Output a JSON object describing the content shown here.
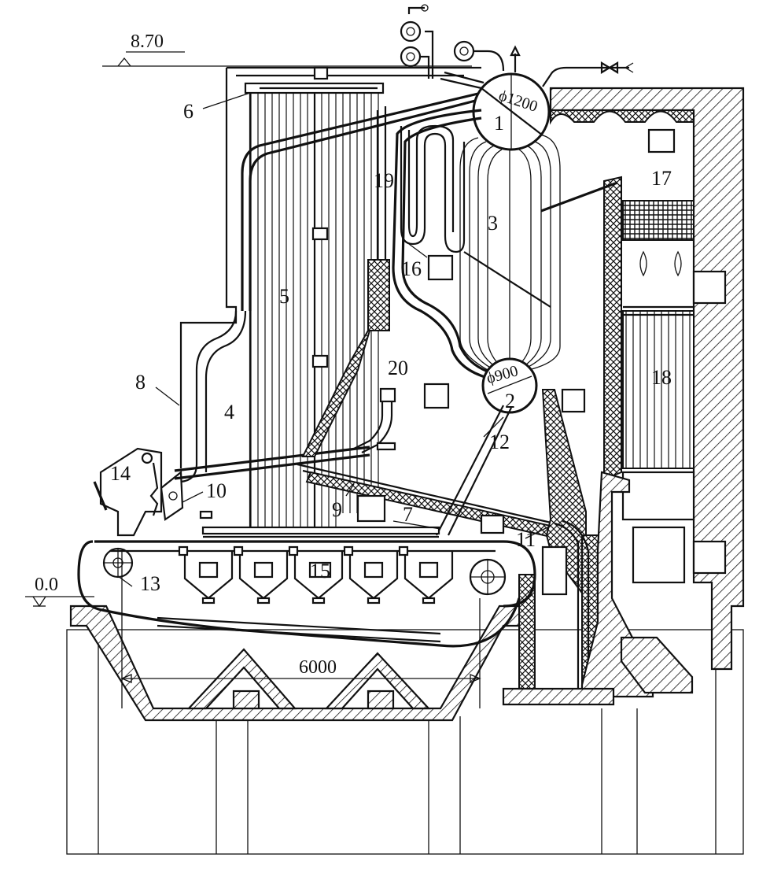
{
  "labels": {
    "elev_top": "8.70",
    "elev_ground": "0.0",
    "width_dim": "6000",
    "upper_drum_dia": "ϕ1200",
    "lower_drum_dia": "ϕ900"
  },
  "parts": {
    "p1": "1",
    "p2": "2",
    "p3": "3",
    "p4": "4",
    "p5": "5",
    "p6": "6",
    "p7": "7",
    "p8": "8",
    "p9": "9",
    "p10": "10",
    "p11": "11",
    "p12": "12",
    "p13": "13",
    "p14": "14",
    "p15": "15",
    "p16": "16",
    "p17": "17",
    "p18": "18",
    "p19": "19",
    "p20": "20"
  }
}
